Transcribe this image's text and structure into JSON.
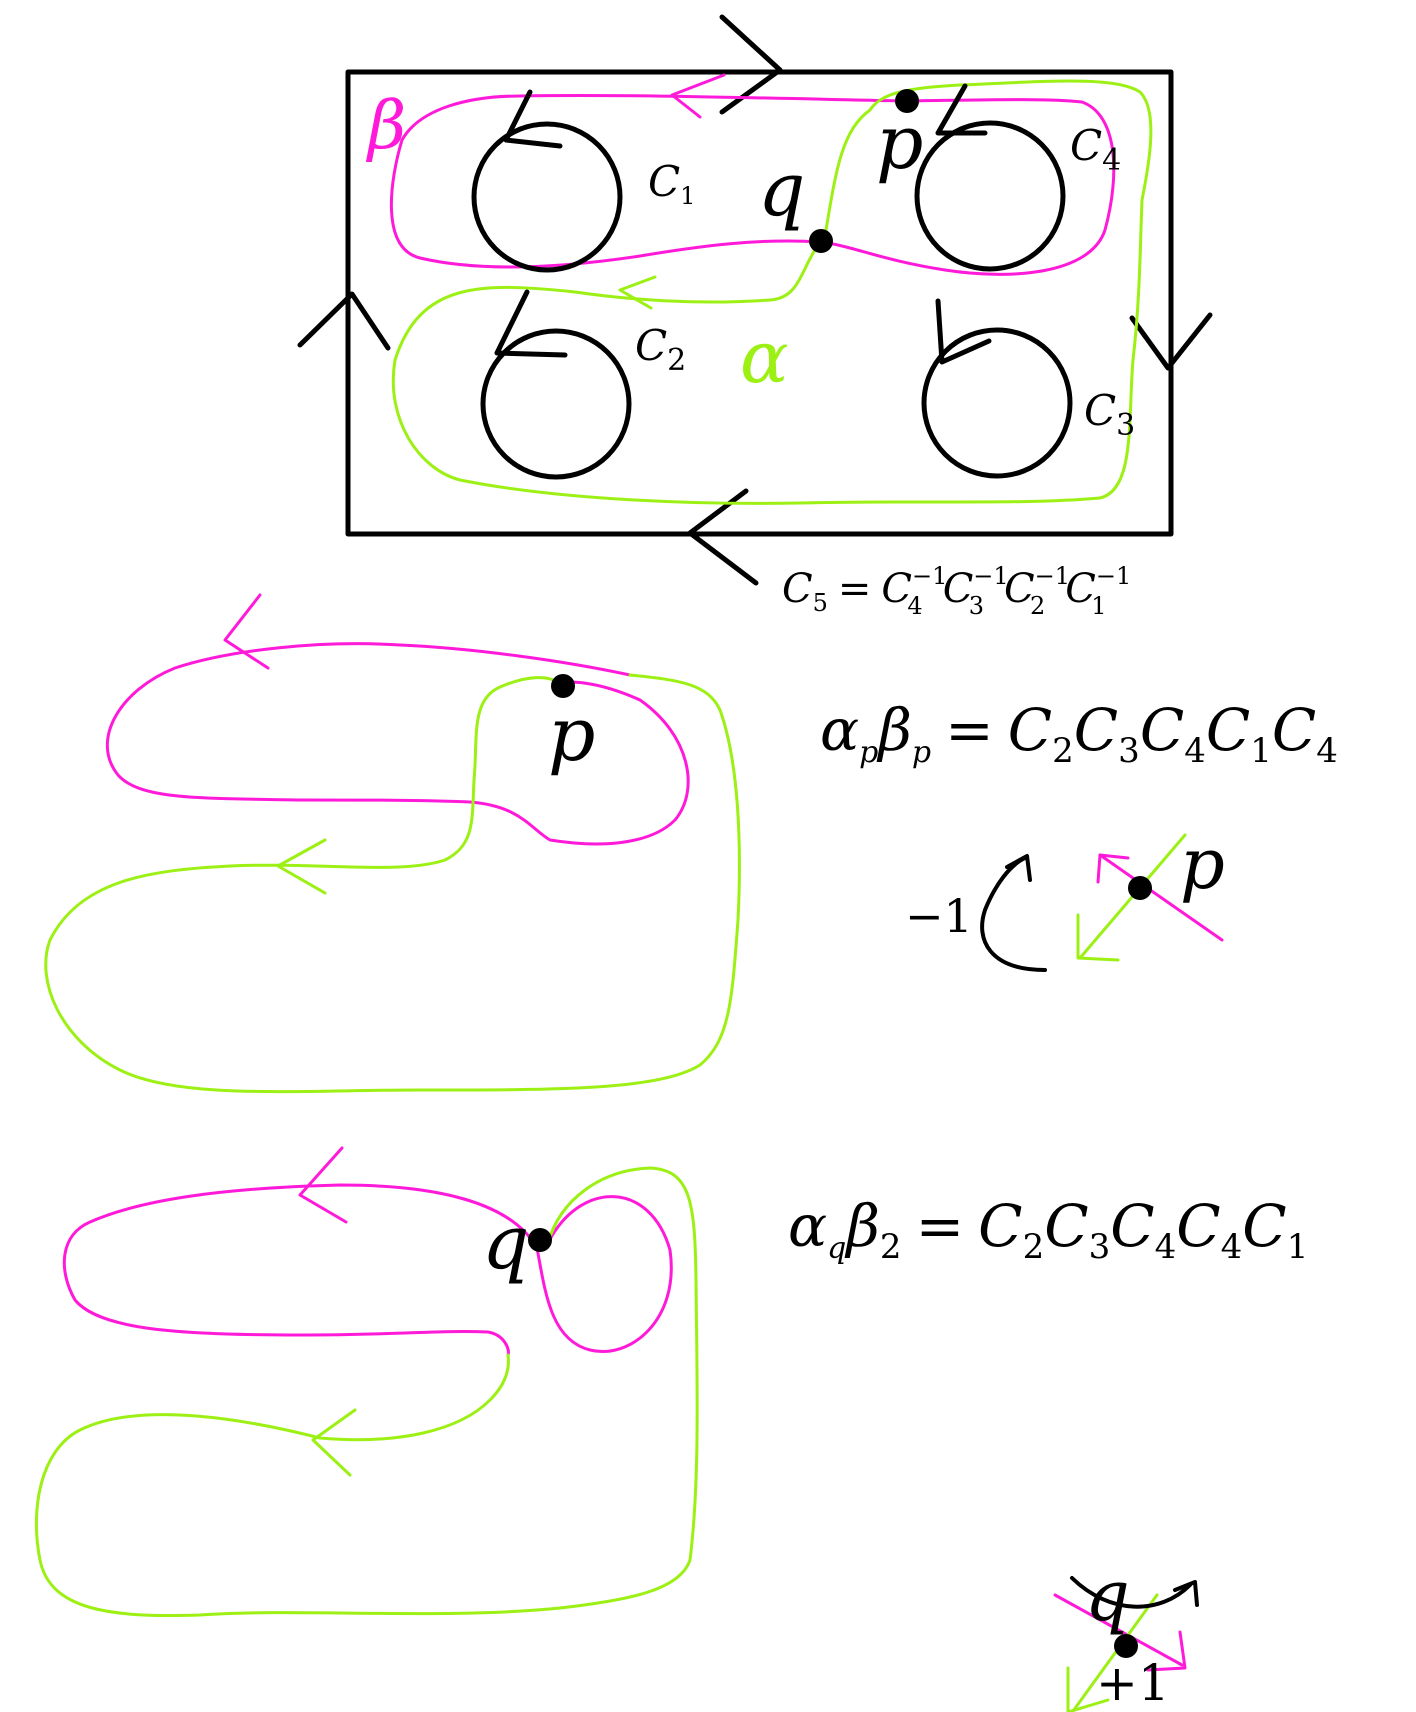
{
  "colors": {
    "ink": "#000000",
    "beta": "#ff1ad9",
    "alpha": "#9cf014",
    "background": "#ffffff"
  },
  "top_diagram": {
    "curve_labels": {
      "beta": "β",
      "alpha": "α"
    },
    "points": {
      "p": "p",
      "q": "q"
    },
    "boundary_circles": [
      {
        "base": "C",
        "sub": "1"
      },
      {
        "base": "C",
        "sub": "2"
      },
      {
        "base": "C",
        "sub": "3"
      },
      {
        "base": "C",
        "sub": "4"
      }
    ],
    "relation": {
      "lhs_base": "C",
      "lhs_sub": "5",
      "eq": "=",
      "factors": [
        {
          "base": "C",
          "sub": "4",
          "sup": "−1"
        },
        {
          "base": "C",
          "sub": "3",
          "sup": "−1"
        },
        {
          "base": "C",
          "sub": "2",
          "sup": "−1"
        },
        {
          "base": "C",
          "sub": "1",
          "sup": "−1"
        }
      ]
    }
  },
  "middle_diagram": {
    "point": "p",
    "formula": {
      "a": "α",
      "a_sub": "p",
      "b": "β",
      "b_sub": "p",
      "eq": "=",
      "rhs": [
        {
          "base": "C",
          "sub": "2"
        },
        {
          "base": "C",
          "sub": "3"
        },
        {
          "base": "C",
          "sub": "4"
        },
        {
          "base": "C",
          "sub": "1"
        },
        {
          "base": "C",
          "sub": "4"
        }
      ]
    },
    "crossing_point": "p",
    "sign": "−1"
  },
  "bottom_diagram": {
    "point": "q",
    "formula": {
      "a": "α",
      "a_sub": "q",
      "b": "β",
      "b_sub": "2",
      "eq": "=",
      "rhs": [
        {
          "base": "C",
          "sub": "2"
        },
        {
          "base": "C",
          "sub": "3"
        },
        {
          "base": "C",
          "sub": "4"
        },
        {
          "base": "C",
          "sub": "4"
        },
        {
          "base": "C",
          "sub": "1"
        }
      ]
    },
    "crossing_point": "q",
    "sign": "+1"
  }
}
